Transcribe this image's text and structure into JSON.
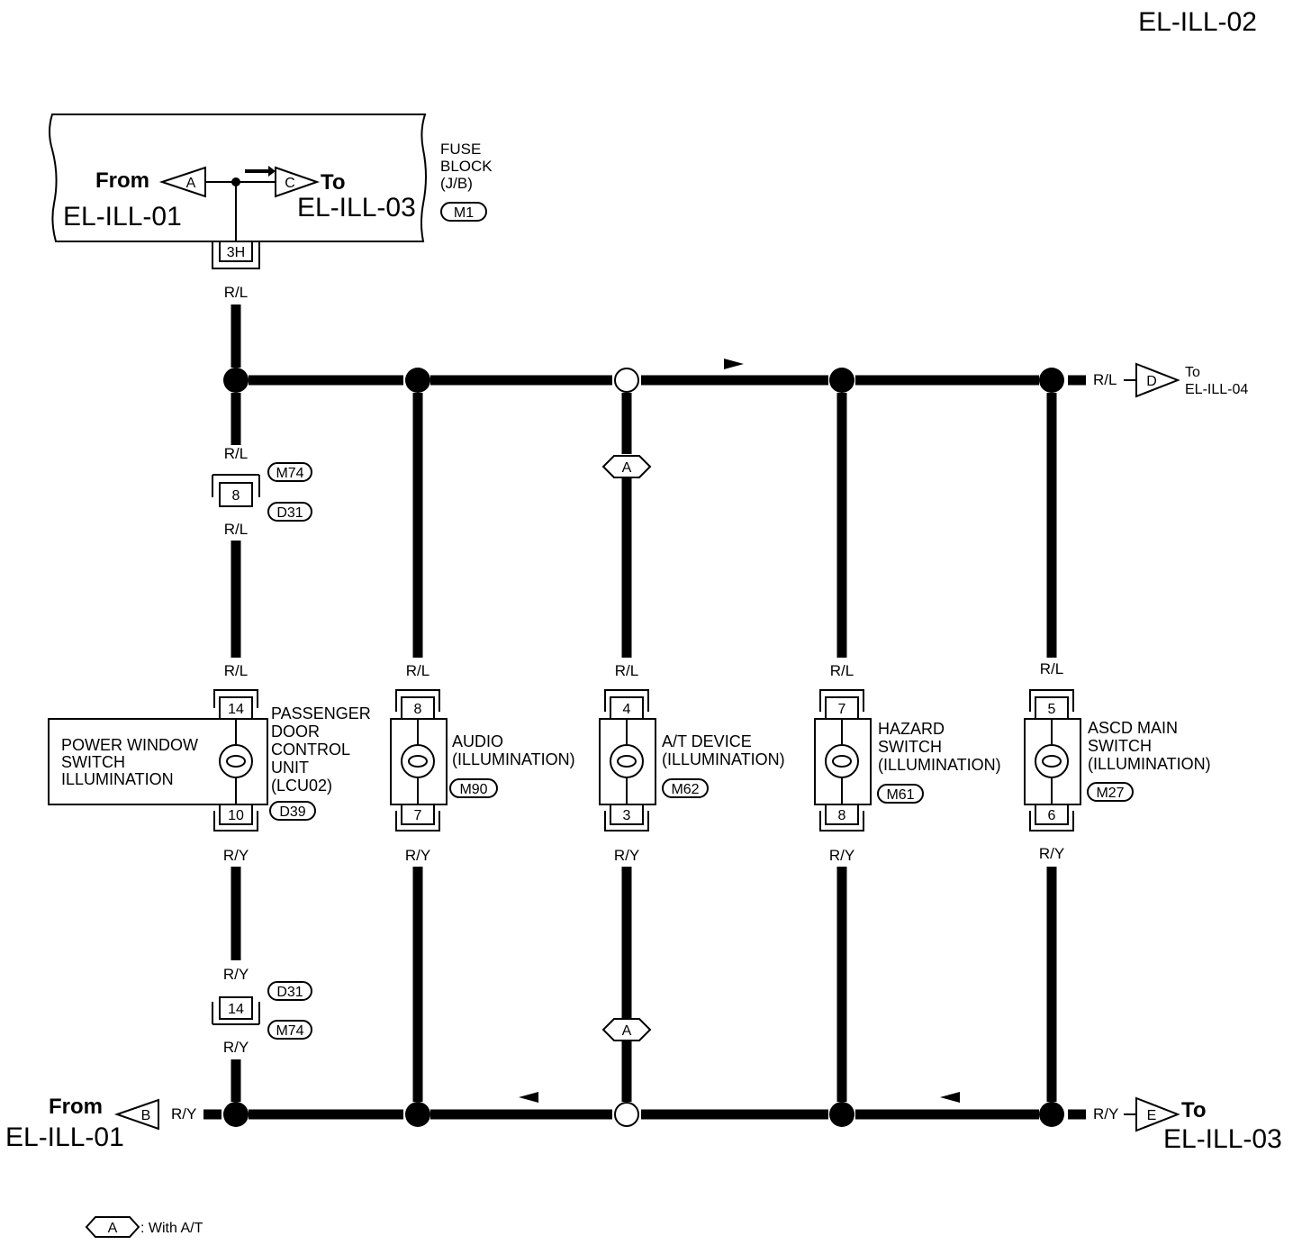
{
  "page_code": "EL-ILL-02",
  "fuse_block": {
    "label_lines": [
      "FUSE",
      "BLOCK",
      "(J/B)"
    ],
    "connector_id": "M1",
    "terminal": "3H",
    "from_word": "From",
    "from_page": "EL-ILL-01",
    "from_marker": "A",
    "to_word": "To",
    "to_page": "EL-ILL-03",
    "to_marker": "C"
  },
  "wire_colors": {
    "supply": "R/L",
    "ground_side": "R/Y"
  },
  "right_top": {
    "wire": "R/L",
    "marker": "D",
    "to_word": "To",
    "to_page": "EL-ILL-04"
  },
  "bottom_left": {
    "wire": "R/Y",
    "marker": "B",
    "from_word": "From",
    "from_page": "EL-ILL-01"
  },
  "bottom_right": {
    "wire": "R/Y",
    "marker": "E",
    "to_word": "To",
    "to_page": "EL-ILL-03"
  },
  "joint_top": {
    "pin": "8",
    "upper_conn": "M74",
    "lower_conn": "D31"
  },
  "joint_bottom": {
    "pin": "14",
    "upper_conn": "D31",
    "lower_conn": "M74"
  },
  "at_marker": "A",
  "components": [
    {
      "name_lines": [
        "PASSENGER",
        "DOOR",
        "CONTROL",
        "UNIT",
        "(LCU02)"
      ],
      "box_lines": [
        "POWER WINDOW",
        "SWITCH",
        "ILLUMINATION"
      ],
      "pin_top": "14",
      "pin_bottom": "10",
      "connector": "D39"
    },
    {
      "name_lines": [
        "AUDIO",
        "(ILLUMINATION)"
      ],
      "pin_top": "8",
      "pin_bottom": "7",
      "connector": "M90"
    },
    {
      "name_lines": [
        "A/T DEVICE",
        "(ILLUMINATION)"
      ],
      "pin_top": "4",
      "pin_bottom": "3",
      "connector": "M62"
    },
    {
      "name_lines": [
        "HAZARD",
        "SWITCH",
        "(ILLUMINATION)"
      ],
      "pin_top": "7",
      "pin_bottom": "8",
      "connector": "M61"
    },
    {
      "name_lines": [
        "ASCD MAIN",
        "SWITCH",
        "(ILLUMINATION)"
      ],
      "pin_top": "5",
      "pin_bottom": "6",
      "connector": "M27"
    }
  ],
  "legend": {
    "symbol": "A",
    "text": ": With A/T"
  }
}
